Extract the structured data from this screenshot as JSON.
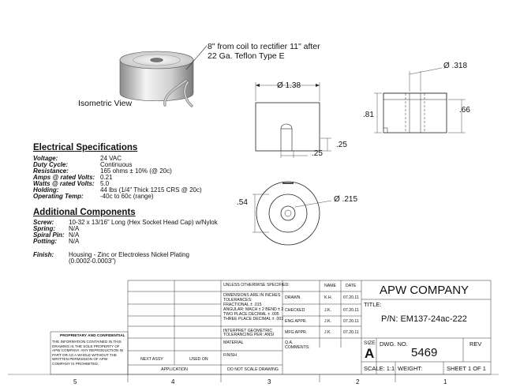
{
  "isometric": {
    "label": "Isometric View",
    "lead_note_line1": "8\" from coil to rectifier 11\" after",
    "lead_note_line2": "22 Ga. Teflon Type E"
  },
  "dimensions": {
    "dia_top": "Ø 1.38",
    "height_front": ".25",
    "height_small": ".25",
    "dia_bolt": "Ø .318",
    "height_side_total": ".81",
    "height_side_body": ".66",
    "height_bottom": ".54",
    "dia_hole": "Ø .215"
  },
  "electrical": {
    "title": "Electrical Specifications",
    "rows": [
      {
        "k": "Voltage:",
        "v": "24 VAC"
      },
      {
        "k": "Duty Cycle:",
        "v": "Continuous"
      },
      {
        "k": "Resistance:",
        "v": "165 ohms ± 10% (@ 20c)"
      },
      {
        "k": "Amps @ rated Volts:",
        "v": "0.21"
      },
      {
        "k": "Watts @ rated Volts:",
        "v": "5.0"
      },
      {
        "k": "Holding:",
        "v": "44 lbs (1/4\" Thick 1215 CRS @ 20c)"
      },
      {
        "k": "Operating Temp:",
        "v": "-40c to 60c (range)"
      }
    ]
  },
  "additional": {
    "title": "Additional Components",
    "rows": [
      {
        "k": "Screw:",
        "v": "10-32 x 13/16\" Long (Hex Socket Head Cap) w/Nylok"
      },
      {
        "k": "Spring:",
        "v": "N/A"
      },
      {
        "k": "Spiral Pin:",
        "v": "N/A"
      },
      {
        "k": "Potting:",
        "v": "N/A"
      }
    ],
    "finish_label": "Finish:",
    "finish_line1": "Housing - Zinc or Electroless Nickel Plating",
    "finish_line2": "(0.0002-0.0003\")"
  },
  "title_block": {
    "proprietary_title": "PROPRIETARY AND CONFIDENTIAL",
    "proprietary_text": "THE INFORMATION CONTAINED IN THIS DRAWING IS THE SOLE PROPERTY OF APW COMPANY. ANY REPRODUCTION IN PART OR AS A WHOLE WITHOUT THE WRITTEN PERMISSION OF APW COMPANY IS PROHIBITED.",
    "next_assy": "NEXT ASSY",
    "used_on": "USED ON",
    "application": "APPLICATION",
    "unless": "UNLESS OTHERWISE SPECIFIED:",
    "dims_note_1": "DIMENSIONS ARE IN INCHES",
    "dims_note_2": "TOLERANCES:",
    "dims_note_3": "FRACTIONAL ± .015",
    "dims_note_4": "ANGULAR: MACH ± 2    BEND ± 2",
    "dims_note_5": "TWO PLACE DECIMAL   ± .005",
    "dims_note_6": "THREE PLACE DECIMAL  ± .003",
    "interpret_1": "INTERPRET GEOMETRIC",
    "interpret_2": "TOLERANCING PER: ANSI",
    "material": "MATERIAL",
    "finish": "FINISH",
    "do_not_scale": "DO NOT SCALE DRAWING",
    "name_header": "NAME",
    "date_header": "DATE",
    "rows": [
      {
        "role": "DRAWN",
        "name": "K.H.",
        "date": "07.20.11"
      },
      {
        "role": "CHECKED",
        "name": "J.K.",
        "date": "07.20.11"
      },
      {
        "role": "ENG APPR.",
        "name": "J.K.",
        "date": "07.20.11"
      },
      {
        "role": "MFG APPR.",
        "name": "J.K.",
        "date": "07.20.11"
      },
      {
        "role": "Q.A.",
        "name": "",
        "date": ""
      }
    ],
    "comments": "COMMENTS:",
    "company": "APW COMPANY",
    "title_label": "TITLE:",
    "part_number": "P/N: EM137-24ac-222",
    "size_label": "SIZE",
    "size_value": "A",
    "dwg_no_label": "DWG.  NO.",
    "dwg_no_value": "5469",
    "rev_label": "REV",
    "scale": "SCALE: 1:1",
    "weight": "WEIGHT:",
    "sheet": "SHEET 1 OF 1"
  },
  "zones": [
    "5",
    "4",
    "3",
    "2",
    "1"
  ]
}
